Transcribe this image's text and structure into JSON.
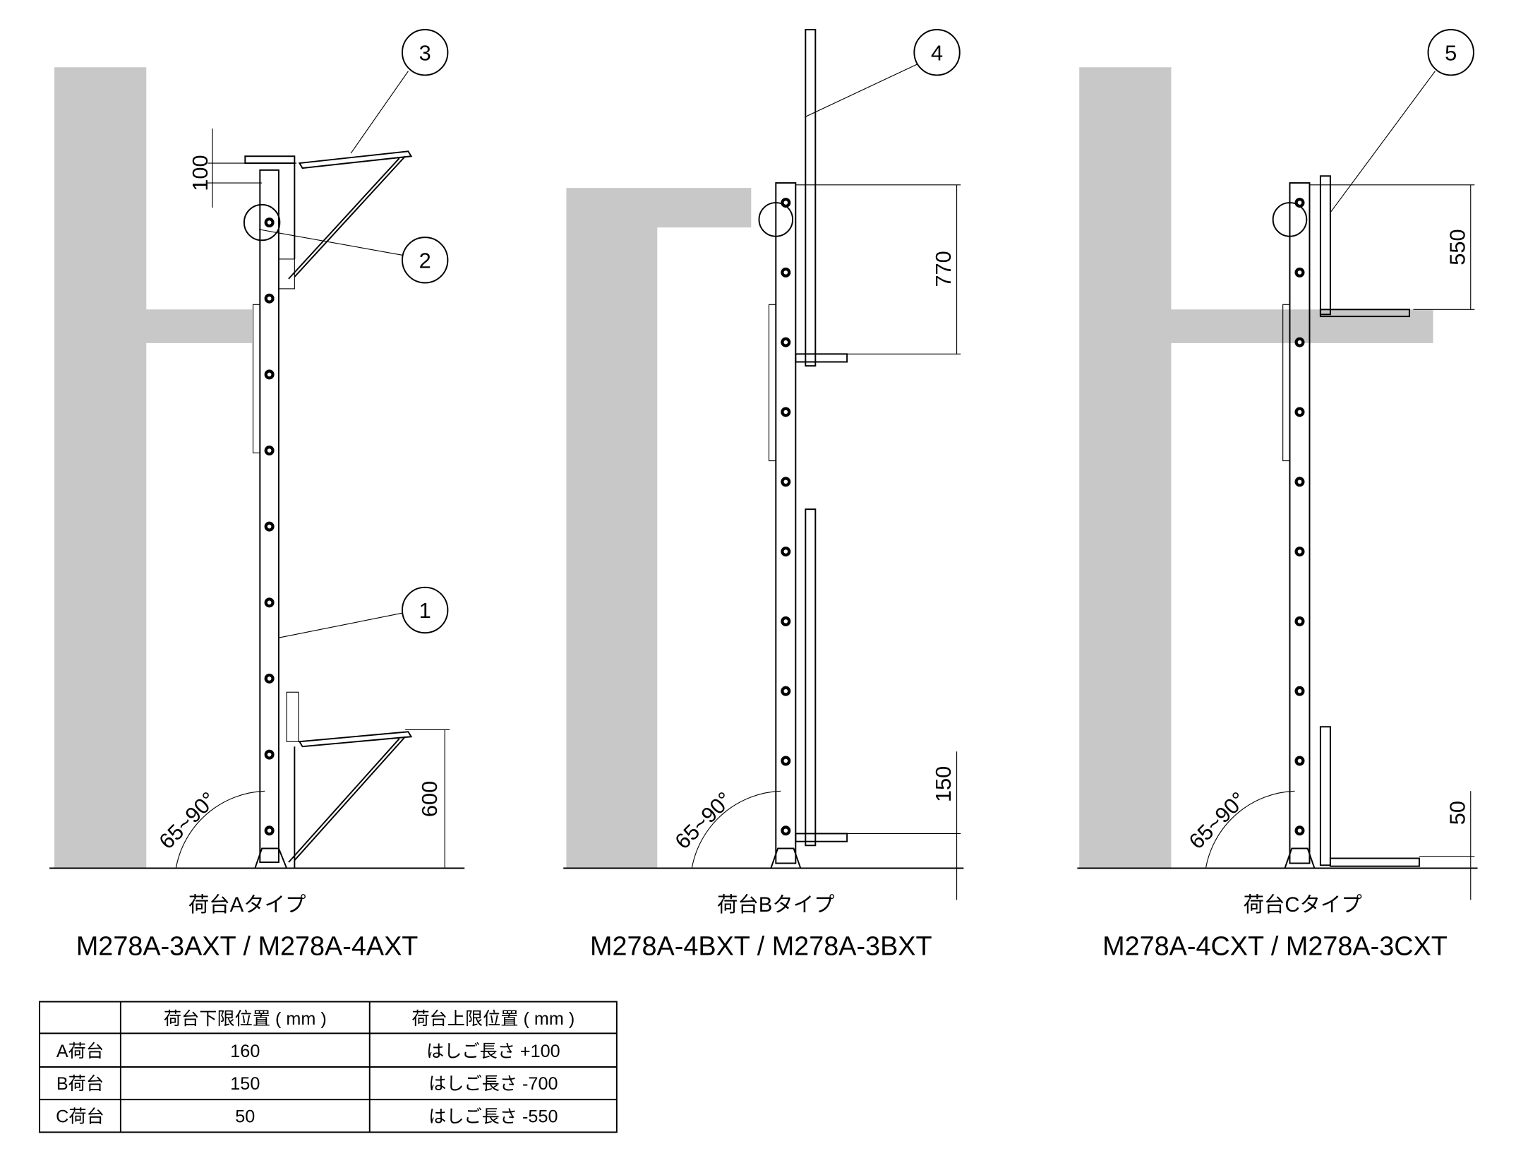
{
  "panels": [
    {
      "caption": "荷台Aタイプ",
      "models": "M278A-3AXT / M278A-4AXT",
      "angle": "65~90°",
      "dims": [
        "100",
        "600"
      ],
      "balloons": [
        "3",
        "2",
        "1"
      ]
    },
    {
      "caption": "荷台Bタイプ",
      "models": "M278A-4BXT / M278A-3BXT",
      "angle": "65~90°",
      "dims": [
        "770",
        "150"
      ],
      "balloons": [
        "4"
      ]
    },
    {
      "caption": "荷台Cタイプ",
      "models": "M278A-4CXT / M278A-3CXT",
      "angle": "65~90°",
      "dims": [
        "550",
        "50"
      ],
      "balloons": [
        "5"
      ]
    }
  ],
  "table": {
    "headers": [
      "",
      "荷台下限位置 ( mm )",
      "荷台上限位置 ( mm )"
    ],
    "rows": [
      [
        "A荷台",
        "160",
        "はしご長さ +100"
      ],
      [
        "B荷台",
        "150",
        "はしご長さ -700"
      ],
      [
        "C荷台",
        "50",
        "はしご長さ -550"
      ]
    ]
  }
}
